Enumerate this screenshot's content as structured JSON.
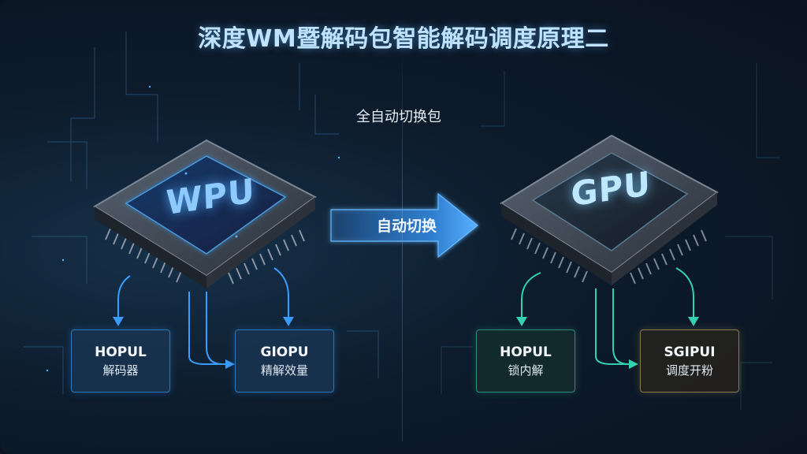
{
  "title": "深度WM暨解码包智能解码调度原理二",
  "subtitle": "全自动切换包",
  "switch_arrow": {
    "label": "自动切换"
  },
  "left_chip": {
    "label": "WPU"
  },
  "right_chip": {
    "label": "GPU"
  },
  "left_boxes": [
    {
      "line1": "HOPUL",
      "line2": "解码器"
    },
    {
      "line1": "GIOPU",
      "line2": "精解效量"
    }
  ],
  "right_boxes": [
    {
      "line1": "HOPUL",
      "line2": "锁内解"
    },
    {
      "line1": "SGIPUI",
      "line2": "调度开粉"
    }
  ],
  "colors": {
    "left_accent": "#3a9cff",
    "right_accent": "#34d1b0",
    "arrow": "#3b8fe0",
    "background": "#0b1420"
  }
}
